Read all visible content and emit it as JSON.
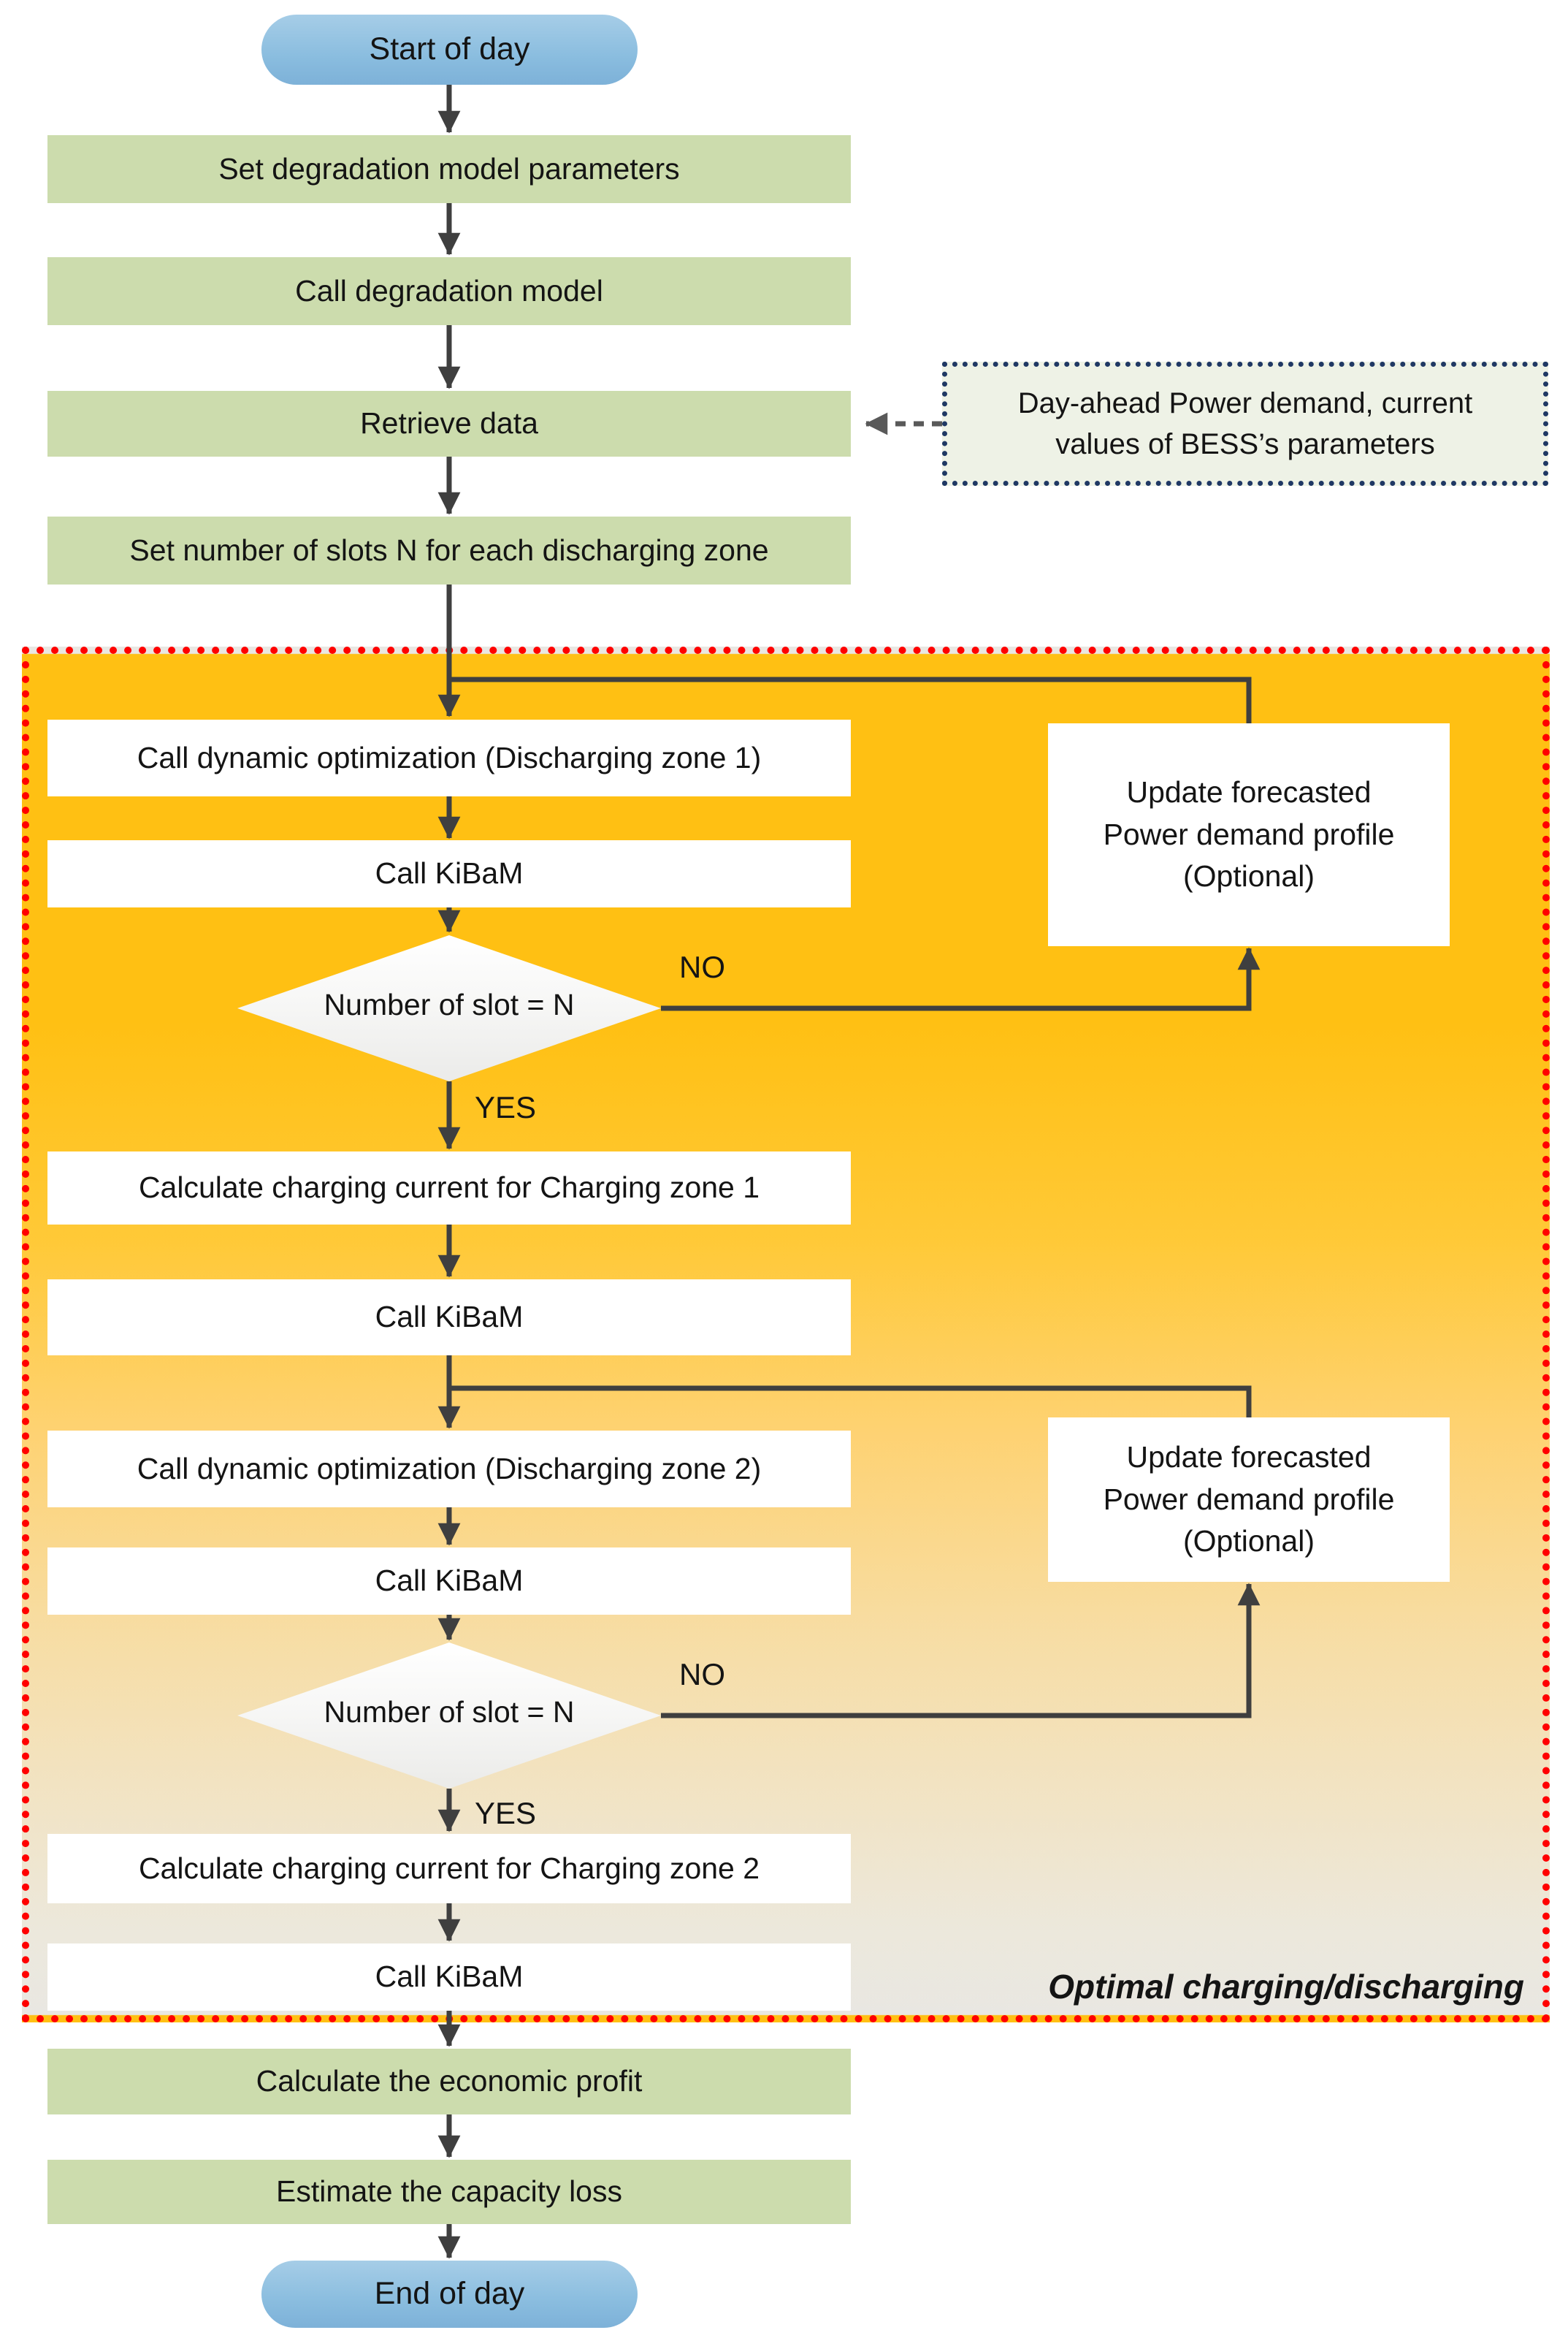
{
  "nodes": {
    "start": "Start of day",
    "set_params": "Set degradation model parameters",
    "call_degradation": "Call degradation model",
    "retrieve_data": "Retrieve data",
    "set_slots": "Set number of slots N for each discharging zone",
    "input_note": "Day-ahead Power demand, current\nvalues of BESS’s parameters",
    "call_dyn1": "Call dynamic optimization (Discharging zone 1)",
    "kibam1": "Call KiBaM",
    "decision1": "Number of slot = N",
    "update1": "Update forecasted\nPower demand profile\n(Optional)",
    "calc_charge1": "Calculate charging current for Charging zone 1",
    "kibam2": "Call KiBaM",
    "call_dyn2": "Call dynamic optimization (Discharging zone 2)",
    "kibam3": "Call KiBaM",
    "decision2": "Number of slot = N",
    "update2": "Update forecasted\nPower demand profile\n(Optional)",
    "calc_charge2": "Calculate charging current for Charging zone 2",
    "kibam4": "Call KiBaM",
    "calc_profit": "Calculate the economic profit",
    "estimate_loss": "Estimate the capacity loss",
    "end": "End of day"
  },
  "edge_labels": {
    "no1": "NO",
    "yes1": "YES",
    "no2": "NO",
    "yes2": "YES"
  },
  "region_label": "Optimal charging/discharging",
  "colors": {
    "region_border": "#ff0000",
    "region_fill_top": "#ffc013",
    "region_fill_bottom": "#e9e7e2",
    "process_green": "#ccdcad",
    "subprocess_white": "#ffffff",
    "terminator_blue": "#8abddf",
    "note_border_navy": "#1f3864",
    "note_fill": "#eef2e6",
    "arrow_gray": "#3f3f3f"
  }
}
